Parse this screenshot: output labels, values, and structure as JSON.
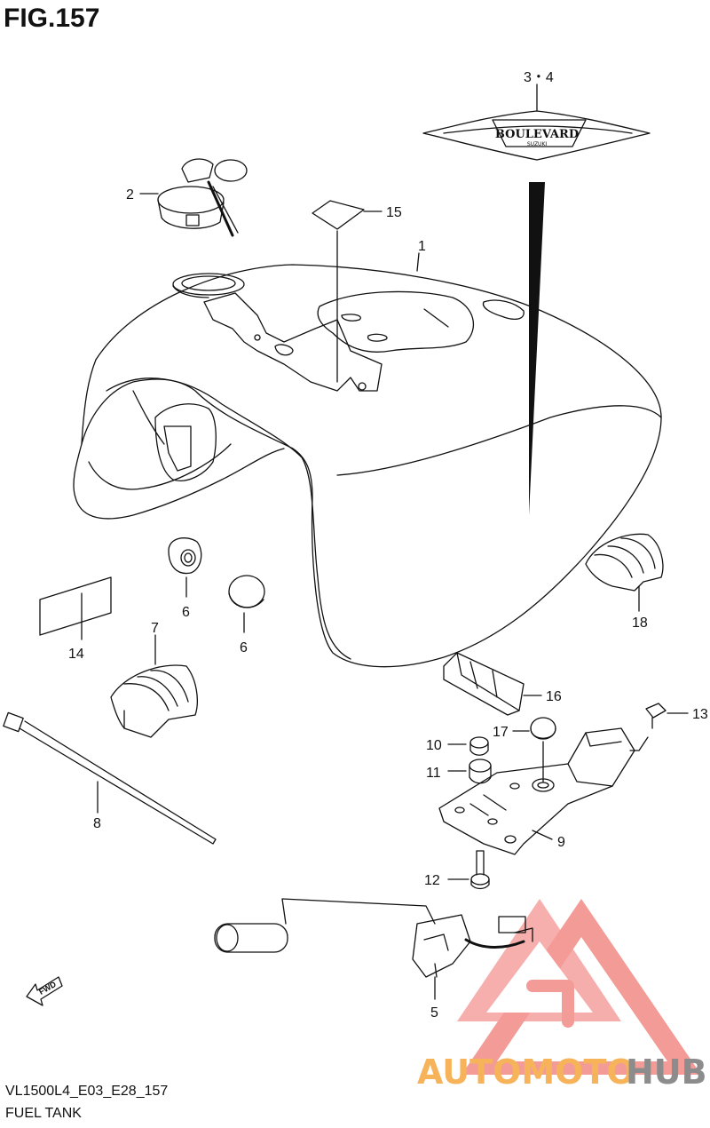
{
  "figure": {
    "title": "FIG.157",
    "model_code": "VL1500L4_E03_E28_157",
    "caption": "FUEL TANK"
  },
  "emblem": {
    "text": "BOULEVARD",
    "subtext": "SUZUKI"
  },
  "direction_tag": "FWD",
  "callouts": [
    {
      "id": "c1",
      "text": "1"
    },
    {
      "id": "c2",
      "text": "2"
    },
    {
      "id": "c34",
      "text": "3・4"
    },
    {
      "id": "c5",
      "text": "5"
    },
    {
      "id": "c6a",
      "text": "6"
    },
    {
      "id": "c6b",
      "text": "6"
    },
    {
      "id": "c7",
      "text": "7"
    },
    {
      "id": "c8",
      "text": "8"
    },
    {
      "id": "c9",
      "text": "9"
    },
    {
      "id": "c10",
      "text": "10"
    },
    {
      "id": "c11",
      "text": "11"
    },
    {
      "id": "c12",
      "text": "12"
    },
    {
      "id": "c13",
      "text": "13"
    },
    {
      "id": "c14",
      "text": "14"
    },
    {
      "id": "c15",
      "text": "15"
    },
    {
      "id": "c16",
      "text": "16"
    },
    {
      "id": "c17",
      "text": "17"
    },
    {
      "id": "c18",
      "text": "18"
    }
  ],
  "watermark": {
    "part1": "AUTOMOTO",
    "part2": "HUB"
  },
  "colors": {
    "line": "#111111",
    "watermark_red": "#f28a86",
    "watermark_orange": "#f6b35a",
    "watermark_gray": "#8c8c8c"
  }
}
